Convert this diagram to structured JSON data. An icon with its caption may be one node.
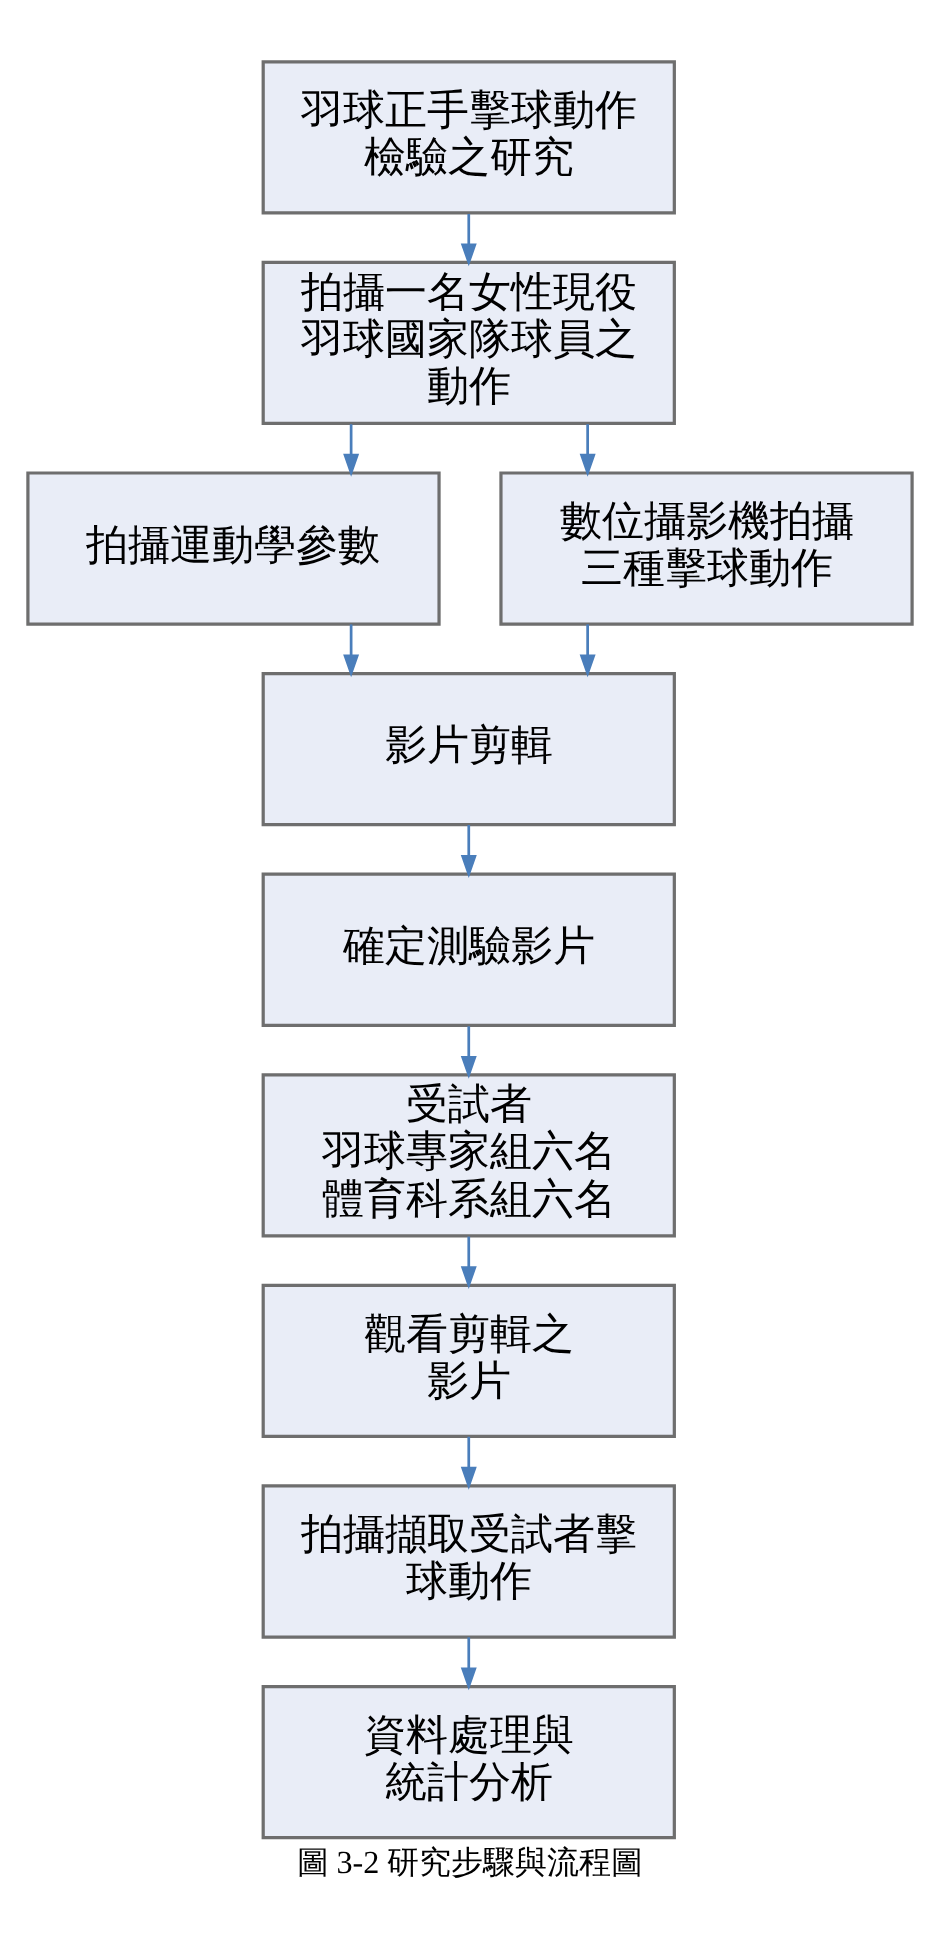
{
  "diagram": {
    "caption": "圖 3-2 研究步驟與流程圖",
    "nodes": [
      {
        "text": [
          "羽球正手擊球動作檢驗之研究"
        ]
      },
      {
        "text": [
          "拍攝一名女性現役羽球國家隊球員之動作"
        ]
      },
      {
        "text": [
          "拍攝運動學參數"
        ]
      },
      {
        "text": [
          "數位攝影機拍攝三種擊球動作"
        ]
      },
      {
        "text": [
          "影片剪輯"
        ]
      },
      {
        "text": [
          "確定測驗影片"
        ]
      },
      {
        "text": [
          "受試者",
          "羽球專家組六名",
          "體育科系組六名"
        ]
      },
      {
        "text": [
          "觀看剪輯之影片"
        ]
      },
      {
        "text": [
          "拍攝擷取受試者擊球動作"
        ]
      },
      {
        "text": [
          "資料處理與統計分析"
        ]
      }
    ],
    "edges": [
      {
        "from": 0,
        "to": 1,
        "arrow": "to"
      },
      {
        "from": 1,
        "to": 2,
        "arrow": "to"
      },
      {
        "from": 1,
        "to": 3,
        "arrow": "to"
      },
      {
        "from": 2,
        "to": 4,
        "arrow": "to"
      },
      {
        "from": 3,
        "to": 4,
        "arrow": "to"
      },
      {
        "from": 4,
        "to": 5,
        "arrow": "to"
      },
      {
        "from": 5,
        "to": 6,
        "arrow": "to"
      },
      {
        "from": 6,
        "to": 7,
        "arrow": "to"
      },
      {
        "from": 7,
        "to": 8,
        "arrow": "to"
      },
      {
        "from": 8,
        "to": 9,
        "arrow": "to"
      }
    ]
  }
}
